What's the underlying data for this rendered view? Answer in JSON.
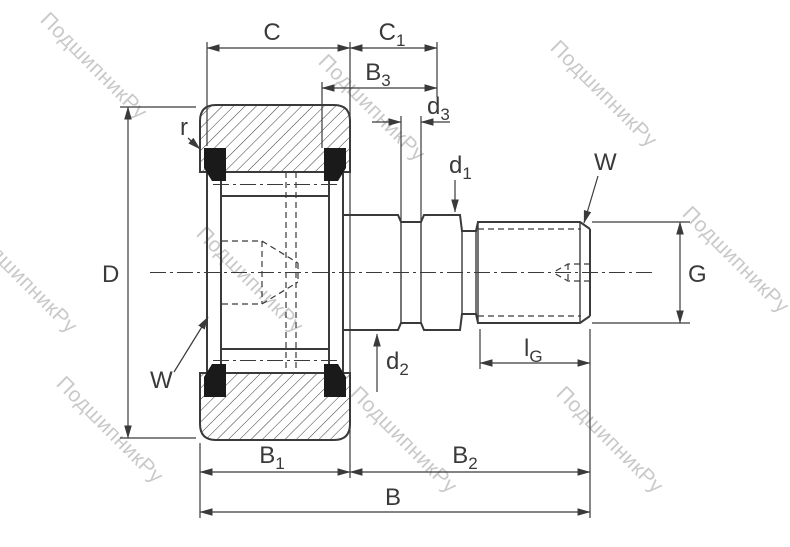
{
  "watermark": {
    "text": "ПодшипникРу"
  },
  "colors": {
    "line": "#3a3a3a",
    "seal": "#1a1a1a",
    "watermark": "#c9c9c9",
    "background": "#ffffff"
  },
  "dimensions": {
    "C": {
      "main": "C",
      "sub": ""
    },
    "C1": {
      "main": "C",
      "sub": "1"
    },
    "B3": {
      "main": "B",
      "sub": "3"
    },
    "d3": {
      "main": "d",
      "sub": "3"
    },
    "d1": {
      "main": "d",
      "sub": "1"
    },
    "W_right": {
      "main": "W",
      "sub": ""
    },
    "G": {
      "main": "G",
      "sub": ""
    },
    "lG": {
      "main": "l",
      "sub": "G"
    },
    "d2": {
      "main": "d",
      "sub": "2"
    },
    "W_left": {
      "main": "W",
      "sub": ""
    },
    "r": {
      "main": "r",
      "sub": ""
    },
    "D": {
      "main": "D",
      "sub": ""
    },
    "B1": {
      "main": "B",
      "sub": "1"
    },
    "B2": {
      "main": "B",
      "sub": "2"
    },
    "B": {
      "main": "B",
      "sub": ""
    }
  }
}
